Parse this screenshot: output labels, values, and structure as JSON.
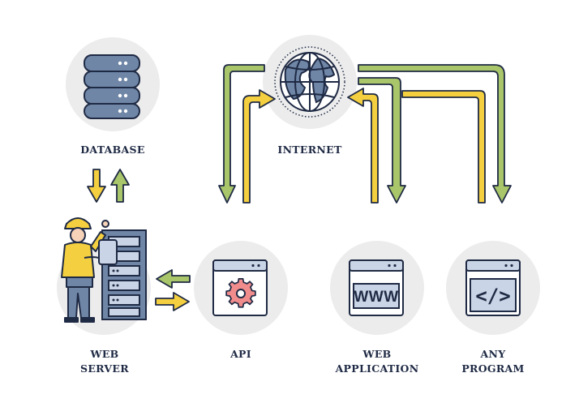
{
  "nodes": {
    "database": {
      "label": "DATABASE"
    },
    "internet": {
      "label": "INTERNET"
    },
    "web_server": {
      "label_line1": "WEB",
      "label_line2": "SERVER"
    },
    "api": {
      "label": "API"
    },
    "web_application": {
      "label_line1": "WEB",
      "label_line2": "APPLICATION",
      "window_text": "WWW"
    },
    "any_program": {
      "label_line1": "ANY",
      "label_line2": "PROGRAM",
      "window_text": "</>"
    }
  },
  "icons": [
    "database-icon",
    "globe-icon",
    "worker-icon",
    "server-rack-icon",
    "gear-icon",
    "www-icon",
    "code-icon"
  ],
  "colors": {
    "background_circle": "#ececec",
    "outline": "#1f2a44",
    "arrow_green": "#a9c66a",
    "arrow_yellow": "#f4cf3f",
    "window_blue": "#c9d4e6",
    "gear_pink": "#f08c8c",
    "db_blue": "#6f86a7"
  }
}
